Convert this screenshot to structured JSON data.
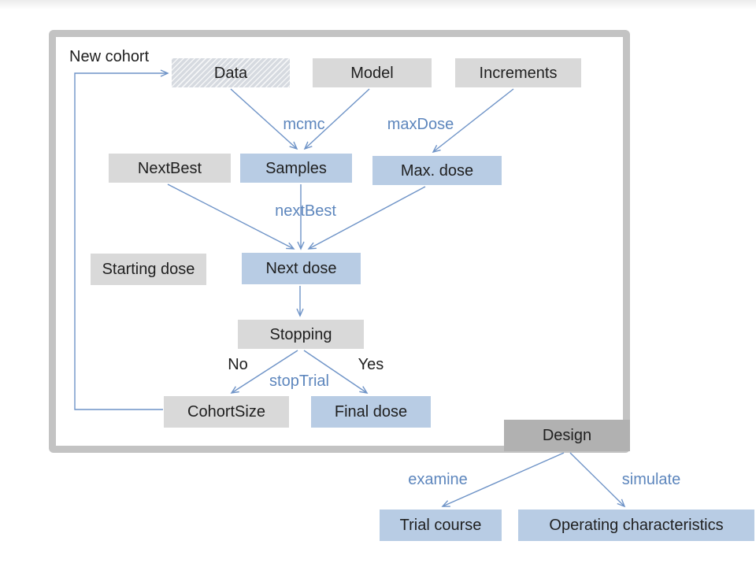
{
  "diagram": {
    "type": "flowchart",
    "description": "Dose-escalation trial design workflow diagram with class boxes (gray) and object/result boxes (blue) connected by labeled method arrows"
  },
  "colors": {
    "box_gray": "#d9d9d9",
    "box_blue": "#b8cce4",
    "box_dark_gray": "#b1b1b1",
    "box_hatched_base": "#d9dce1",
    "frame_border": "#c3c3c3",
    "arrow_blue": "#6e93c7",
    "edge_label_blue": "#5d86bd",
    "text_black": "#1f1f1f"
  },
  "annotations": {
    "new_cohort": "New cohort"
  },
  "nodes": {
    "data": {
      "label": "Data",
      "style": "hatched"
    },
    "model": {
      "label": "Model",
      "style": "gray"
    },
    "increments": {
      "label": "Increments",
      "style": "gray"
    },
    "next_best": {
      "label": "NextBest",
      "style": "gray"
    },
    "samples": {
      "label": "Samples",
      "style": "blue"
    },
    "max_dose": {
      "label": "Max. dose",
      "style": "blue"
    },
    "starting_dose": {
      "label": "Starting dose",
      "style": "gray"
    },
    "next_dose": {
      "label": "Next dose",
      "style": "blue"
    },
    "stopping": {
      "label": "Stopping",
      "style": "gray"
    },
    "cohort_size": {
      "label": "CohortSize",
      "style": "gray"
    },
    "final_dose": {
      "label": "Final dose",
      "style": "blue"
    },
    "design": {
      "label": "Design",
      "style": "dark-gray"
    },
    "trial_course": {
      "label": "Trial course",
      "style": "blue"
    },
    "operating_characteristics": {
      "label": "Operating characteristics",
      "style": "blue"
    }
  },
  "edge_labels": {
    "mcmc": "mcmc",
    "max_dose_fn": "maxDose",
    "next_best_fn": "nextBest",
    "stop_trial_fn": "stopTrial",
    "no_branch": "No",
    "yes_branch": "Yes",
    "examine": "examine",
    "simulate": "simulate"
  },
  "edges": [
    {
      "from": "data",
      "to": "samples",
      "label": "mcmc"
    },
    {
      "from": "model",
      "to": "samples",
      "label": "mcmc"
    },
    {
      "from": "increments",
      "to": "max_dose",
      "label": "maxDose"
    },
    {
      "from": "next_best",
      "to": "next_dose",
      "label": "nextBest"
    },
    {
      "from": "samples",
      "to": "next_dose",
      "label": "nextBest"
    },
    {
      "from": "max_dose",
      "to": "next_dose",
      "label": "nextBest"
    },
    {
      "from": "next_dose",
      "to": "stopping",
      "label": ""
    },
    {
      "from": "stopping",
      "to": "cohort_size",
      "label": "No / stopTrial"
    },
    {
      "from": "stopping",
      "to": "final_dose",
      "label": "Yes / stopTrial"
    },
    {
      "from": "cohort_size",
      "to": "data",
      "label": "New cohort (loop)"
    },
    {
      "from": "design",
      "to": "trial_course",
      "label": "examine"
    },
    {
      "from": "design",
      "to": "operating_characteristics",
      "label": "simulate"
    }
  ]
}
